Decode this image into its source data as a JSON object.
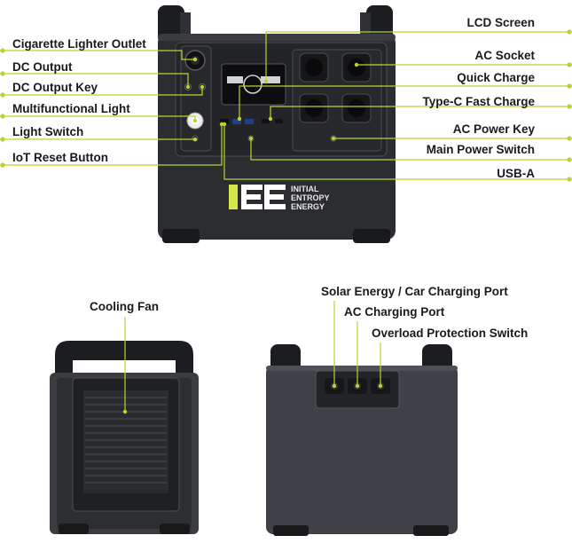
{
  "colors": {
    "leader_line": "#b8d430",
    "leader_dot": "#b8d430",
    "device_body": "#2b2d31",
    "device_dark": "#1c1d20",
    "brand_mark": "#d5e84a"
  },
  "brand": {
    "line1": "INITIAL",
    "line2": "ENTROPY",
    "line3": "ENERGY"
  },
  "front_labels_left": [
    "Cigarette Lighter Outlet",
    "DC Output",
    "DC Output Key",
    "Multifunctional Light",
    "Light Switch",
    "IoT Reset Button"
  ],
  "front_labels_right": [
    "LCD Screen",
    "AC Socket",
    "Quick Charge",
    "Type-C Fast Charge",
    "AC Power Key",
    "Main Power Switch",
    "USB-A"
  ],
  "side_label": "Cooling Fan",
  "back_labels": [
    "Solar Energy / Car Charging Port",
    "AC Charging Port",
    "Overload Protection Switch"
  ]
}
